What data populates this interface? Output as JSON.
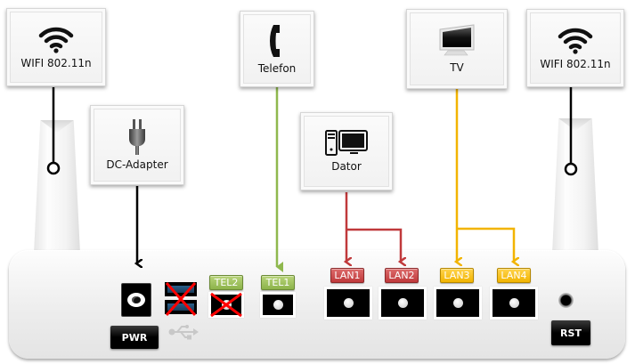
{
  "diagram": {
    "title": "Router connection overview",
    "devices": {
      "wifi_left": {
        "label": "WIFI 802.11n",
        "icon": "wifi-icon"
      },
      "dc_adapter": {
        "label": "DC-Adapter",
        "icon": "power-plug-icon"
      },
      "telefon": {
        "label": "Telefon",
        "icon": "phone-icon"
      },
      "dator": {
        "label": "Dator",
        "icon": "computer-icon"
      },
      "tv": {
        "label": "TV",
        "icon": "tv-icon"
      },
      "wifi_right": {
        "label": "WIFI 802.11n",
        "icon": "wifi-icon"
      }
    },
    "ports": {
      "pwr": {
        "label": "PWR"
      },
      "usb": {
        "label": "USB",
        "disabled": true
      },
      "tel2": {
        "label": "TEL2",
        "disabled": true
      },
      "tel1": {
        "label": "TEL1"
      },
      "lan1": {
        "label": "LAN1"
      },
      "lan2": {
        "label": "LAN2"
      },
      "lan3": {
        "label": "LAN3"
      },
      "lan4": {
        "label": "LAN4"
      },
      "rst": {
        "label": "RST"
      }
    },
    "connections": [
      {
        "from": "WIFI 802.11n",
        "to": "left antenna",
        "color": "#000000"
      },
      {
        "from": "DC-Adapter",
        "to": "PWR",
        "color": "#000000"
      },
      {
        "from": "Telefon",
        "to": "TEL1",
        "color": "#8fb84e"
      },
      {
        "from": "Dator",
        "to": [
          "LAN1",
          "LAN2"
        ],
        "color": "#c0393b"
      },
      {
        "from": "TV",
        "to": [
          "LAN3",
          "LAN4"
        ],
        "color": "#f2b400"
      },
      {
        "from": "WIFI 802.11n",
        "to": "right antenna",
        "color": "#000000"
      }
    ],
    "colors": {
      "lan_data": "#c0393b",
      "lan_tv": "#f2b400",
      "telephone": "#8fb84e",
      "power": "#000000",
      "disabled_cross": "#ff0000"
    }
  }
}
